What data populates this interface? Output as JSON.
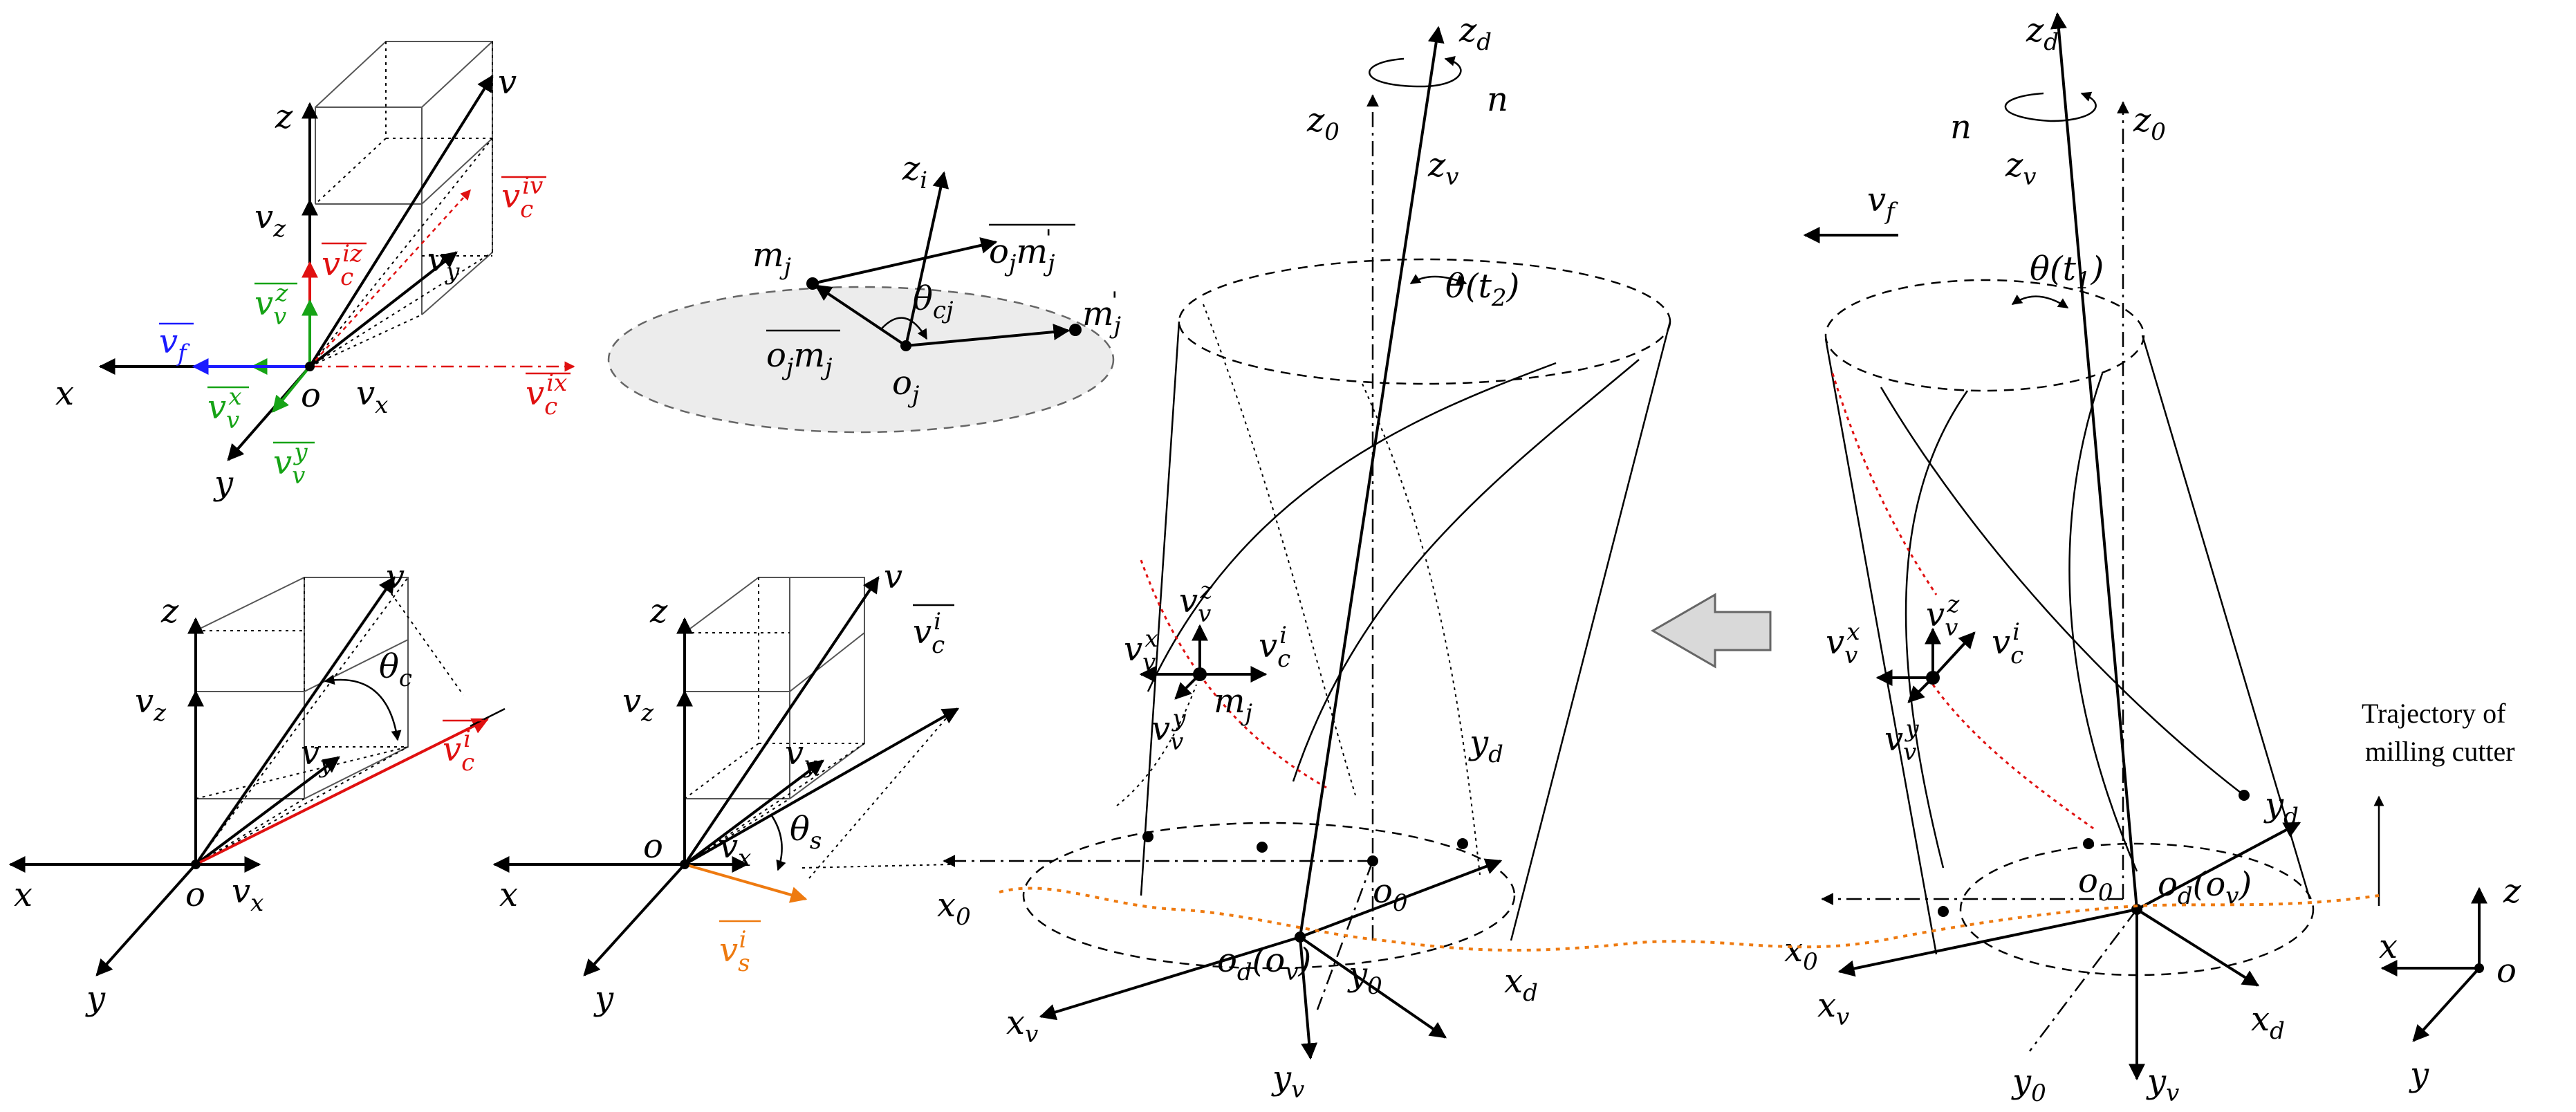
{
  "colors": {
    "red": "#e01010",
    "green": "#16a316",
    "blue": "#1a1aff",
    "orange": "#ee7a10",
    "ellipse_fill": "#ececec",
    "big_arrow_fill": "#d9d9d9"
  },
  "panel_a": {
    "z": "z",
    "x": "x",
    "y": "y",
    "o": "o",
    "v": "v",
    "vz": "v",
    "vz_sub": "z",
    "vx": "v",
    "vx_sub": "x",
    "vy": "v",
    "vy_sub": "y",
    "vf": "v",
    "vf_sub": "f",
    "vc_iv": "v",
    "vc_iv_sub": "c",
    "vc_iv_sup": "iv",
    "vc_iz": "v",
    "vc_iz_sub": "c",
    "vc_iz_sup": "iz",
    "vc_ix": "v",
    "vc_ix_sub": "c",
    "vc_ix_sup": "ix",
    "vv_z": "v",
    "vv_z_sub": "v",
    "vv_z_sup": "z",
    "vv_x": "v",
    "vv_x_sub": "v",
    "vv_x_sup": "x",
    "vv_y": "v",
    "vv_y_sub": "v",
    "vv_y_sup": "y"
  },
  "panel_b": {
    "z": "z",
    "x": "x",
    "y": "y",
    "o": "o",
    "v": "v",
    "vz": "v",
    "vz_sub": "z",
    "vy": "v",
    "vy_sub": "y",
    "vx": "v",
    "vx_sub": "x",
    "theta": "θ",
    "theta_sub": "c",
    "vc_i": "v",
    "vc_i_sub": "c",
    "vc_i_sup": "i"
  },
  "panel_c": {
    "z": "z",
    "x": "x",
    "y": "y",
    "o": "o",
    "v": "v",
    "vz": "v",
    "vz_sub": "z",
    "vy": "v",
    "vy_sub": "y",
    "vx": "v",
    "vx_sub": "x",
    "theta": "θ",
    "theta_sub": "s",
    "vc_i": "v",
    "vc_i_sub": "c",
    "vc_i_sup": "i",
    "vs_i": "v",
    "vs_i_sub": "s",
    "vs_i_sup": "i"
  },
  "panel_d": {
    "zi": "z",
    "zi_sub": "i",
    "mj": "m",
    "mj_sub": "j",
    "mj2": "m",
    "mj2_sub": "j",
    "mj2_sup": "'",
    "oj": "o",
    "oj_sub": "j",
    "theta": "θ",
    "theta_sub": "cj",
    "ojmj": "o",
    "ojmj_1": "j",
    "ojmj_m": "m",
    "ojmj_2": "j",
    "ojmj2": "o",
    "ojmj2_1": "j",
    "ojmj2_m": "m",
    "ojmj2_2": "j",
    "ojmj2_sup": "'"
  },
  "panel_e": {
    "z0": "z",
    "z0_sub": "0",
    "zd": "z",
    "zd_sub": "d",
    "zv": "z",
    "zv_sub": "v",
    "n": "n",
    "theta": "θ(t",
    "theta_sub": "2",
    "theta_close": ")",
    "x0": "x",
    "x0_sub": "0",
    "xv": "x",
    "xv_sub": "v",
    "xd": "x",
    "xd_sub": "d",
    "yd": "y",
    "yd_sub": "d",
    "yv": "y",
    "yv_sub": "v",
    "y0": "y",
    "y0_sub": "0",
    "o0": "o",
    "o0_sub": "0",
    "od": "o",
    "od_sub": "d",
    "od_paren": "(o",
    "od_paren_sub": "v",
    "od_close": ")",
    "mj": "m",
    "mj_sub": "j",
    "vz": "v",
    "vz_sub": "v",
    "vz_sup": "z",
    "vx": "v",
    "vx_sub": "v",
    "vx_sup": "x",
    "vy": "v",
    "vy_sub": "v",
    "vy_sup": "y",
    "vc": "v",
    "vc_sub": "c",
    "vc_sup": "i"
  },
  "panel_f": {
    "z0": "z",
    "z0_sub": "0",
    "zd": "z",
    "zd_sub": "d",
    "zv": "z",
    "zv_sub": "v",
    "n": "n",
    "vf": "v",
    "vf_sub": "f",
    "theta": "θ(t",
    "theta_sub": "1",
    "theta_close": ")",
    "x0": "x",
    "x0_sub": "0",
    "xv": "x",
    "xv_sub": "v",
    "xd": "x",
    "xd_sub": "d",
    "yd": "y",
    "yd_sub": "d",
    "yv": "y",
    "yv_sub": "v",
    "y0": "y",
    "y0_sub": "0",
    "o0": "o",
    "o0_sub": "0",
    "od": "o",
    "od_sub": "d",
    "od_paren": "(o",
    "od_paren_sub": "v",
    "od_close": ")",
    "vz": "v",
    "vz_sub": "v",
    "vz_sup": "z",
    "vx": "v",
    "vx_sub": "v",
    "vx_sup": "x",
    "vy": "v",
    "vy_sub": "v",
    "vy_sup": "y",
    "vc": "v",
    "vc_sub": "c",
    "vc_sup": "i",
    "trajectory_line1": "Trajectory of",
    "trajectory_line2": "milling cutter"
  },
  "panel_g": {
    "z": "z",
    "x": "x",
    "y": "y",
    "o": "o"
  }
}
